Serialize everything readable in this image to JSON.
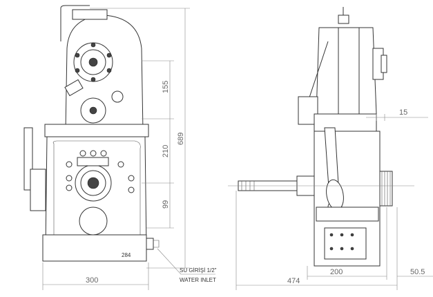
{
  "dimensions": {
    "upper_height": "155",
    "middle_height": "210",
    "total_height": "689",
    "lower_height": "99",
    "front_width": "300",
    "side_total_width": "474",
    "side_body_width": "200",
    "side_offset": "50.5",
    "side_step": "15"
  },
  "labels": {
    "part_number": "284",
    "water_inlet_tr": "SU GİRİŞİ 1/2\"",
    "water_inlet_en": "WATER INLET"
  }
}
